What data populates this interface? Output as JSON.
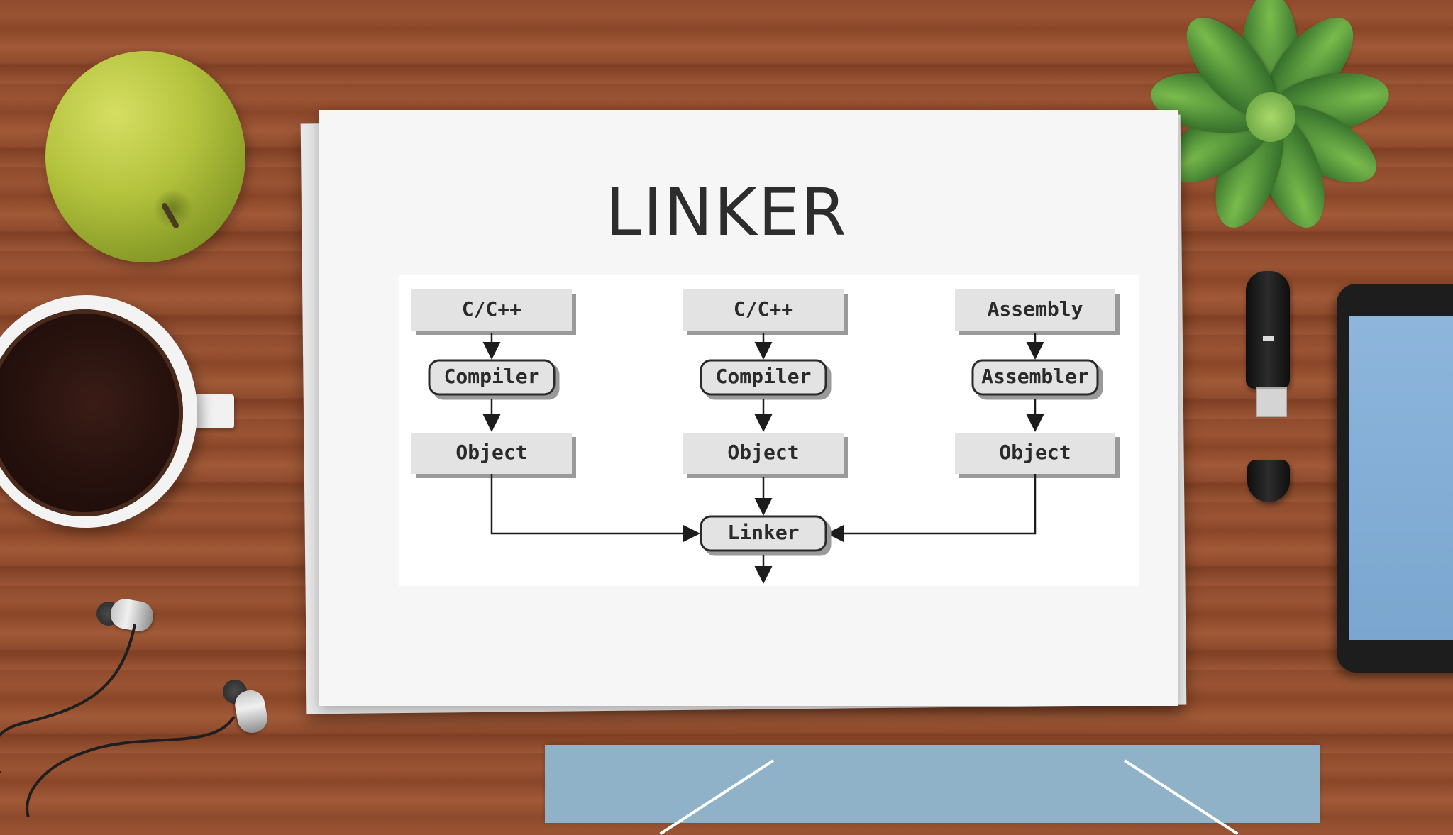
{
  "page": {
    "title": "LINKER"
  },
  "diagram": {
    "columns": [
      {
        "source": "C/C++",
        "tool": "Compiler",
        "output": "Object"
      },
      {
        "source": "C/C++",
        "tool": "Compiler",
        "output": "Object"
      },
      {
        "source": "Assembly",
        "tool": "Assembler",
        "output": "Object"
      }
    ],
    "final_stage": "Linker"
  },
  "colors": {
    "desk_wood": "#9a5434",
    "paper": "#f6f6f6",
    "diagram_box_fill": "#e3e3e3",
    "diagram_box_shadow": "#9a9a9a",
    "diagram_text": "#2a2a2a",
    "title_text": "#2d2d2d",
    "folder_blue": "#8fb2c9",
    "apple_green": "#b3c23d",
    "phone_screen": "#7aa6cf"
  },
  "decorations": {
    "items": [
      "apple",
      "coffee-cup",
      "succulent-plant",
      "usb-drive",
      "smartphone",
      "earphones",
      "blue-folder"
    ]
  }
}
